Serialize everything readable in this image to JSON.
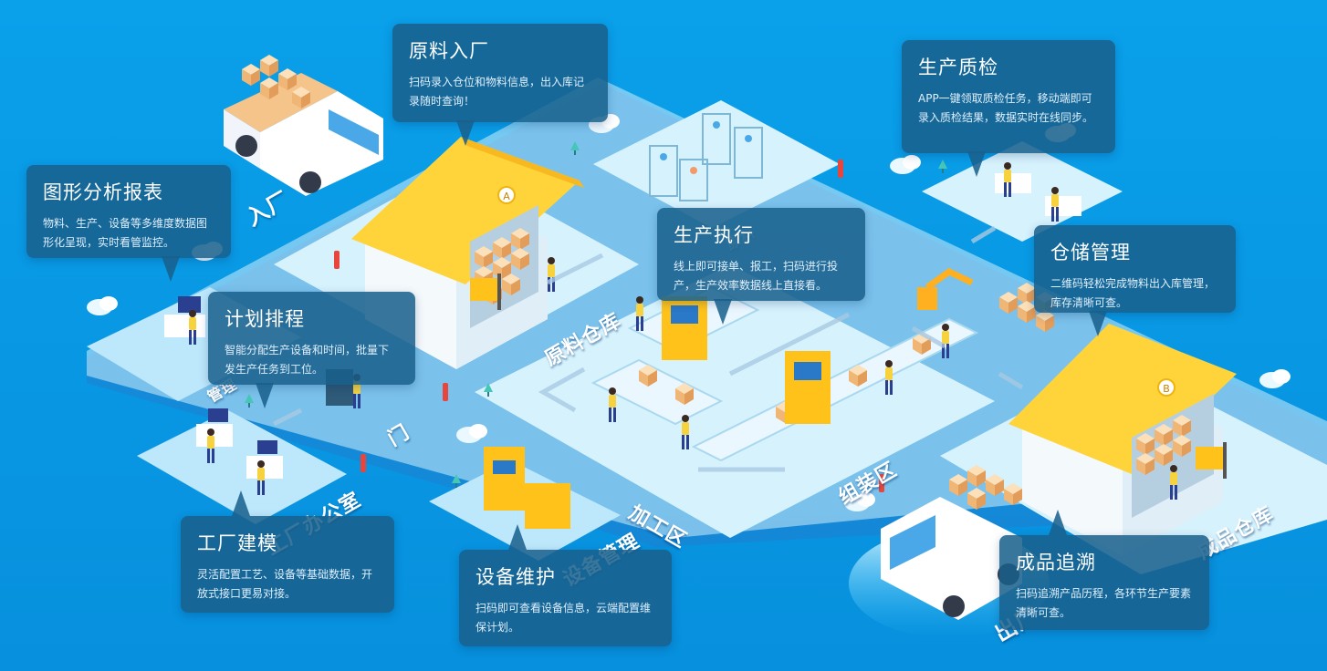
{
  "zones": {
    "enter": "入厂",
    "raw_warehouse": "原料仓库",
    "process_area": "加工区",
    "assembly_area": "组装区",
    "finished_warehouse": "成品仓库",
    "factory_office": "工厂办公室",
    "equipment_mgmt": "设备管理",
    "management": "管理",
    "door": "门",
    "exit": "出厂",
    "material_storage": "原料"
  },
  "cards": {
    "raw_intake": {
      "title": "原料入厂",
      "desc": "扫码录入仓位和物料信息，出入库记录随时查询！"
    },
    "quality_check": {
      "title": "生产质检",
      "desc": "APP一键领取质检任务，移动端即可录入质检结果，数据实时在线同步。"
    },
    "report": {
      "title": "图形分析报表",
      "desc": "物料、生产、设备等多维度数据图形化呈现，实时看管监控。"
    },
    "production_exec": {
      "title": "生产执行",
      "desc": "线上即可接单、报工，扫码进行投产，生产效率数据线上直接看。"
    },
    "warehouse_mgmt": {
      "title": "仓储管理",
      "desc": "二维码轻松完成物料出入库管理，库存清晰可查。"
    },
    "planning": {
      "title": "计划排程",
      "desc": "智能分配生产设备和时间，批量下发生产任务到工位。"
    },
    "factory_model": {
      "title": "工厂建模",
      "desc": "灵活配置工艺、设备等基础数据，开放式接口更易对接。"
    },
    "equipment_maint": {
      "title": "设备维护",
      "desc": "扫码即可查看设备信息，云端配置维保计划。"
    },
    "traceability": {
      "title": "成品追溯",
      "desc": "扫码追溯产品历程，各环节生产要素清晰可查。"
    }
  },
  "warehouse_badges": {
    "raw": "A",
    "finished": "B"
  },
  "colors": {
    "background": "#0b9ee9",
    "platform_top": "#cdeefb",
    "platform_side": "#1f7fd0",
    "roof": "#ffd43b",
    "card_bg": "#18608c",
    "machine": "#ffc21a",
    "box": "#f4c48a"
  }
}
